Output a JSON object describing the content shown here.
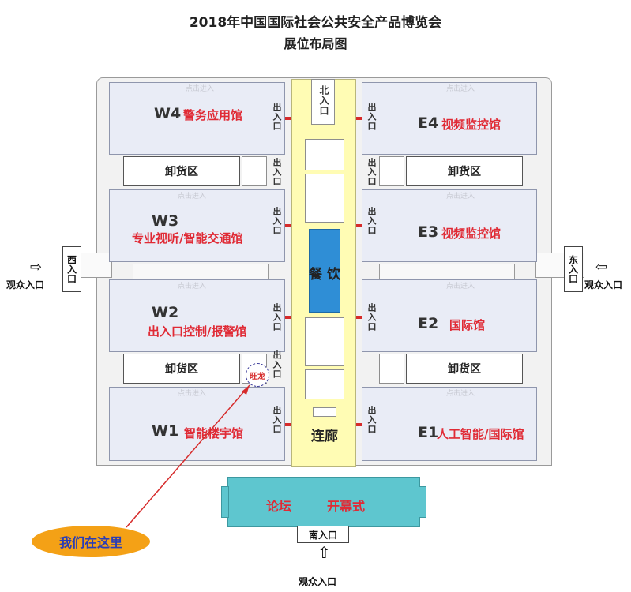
{
  "header": {
    "title": "2018年中国国际社会公共安全产品博览会",
    "subtitle": "展位布局图"
  },
  "halls": {
    "w4": {
      "code": "W4",
      "name": "警务应用馆"
    },
    "w3": {
      "code": "W3",
      "name": "专业视听/智能交通馆"
    },
    "w2": {
      "code": "W2",
      "name": "出入口控制/报警馆"
    },
    "w1": {
      "code": "W1",
      "name": "智能楼宇馆"
    },
    "e4": {
      "code": "E4",
      "name": "视频监控馆"
    },
    "e3": {
      "code": "E3",
      "name": "视频监控馆"
    },
    "e2": {
      "code": "E2",
      "name": "国际馆"
    },
    "e1": {
      "code": "E1",
      "name": "人工智能/国际馆"
    }
  },
  "hint": "点击进入",
  "docks": {
    "label": "卸货区"
  },
  "exit_label": "出入口",
  "center": {
    "dining": "餐 饮",
    "corridor": "连廊",
    "north": "北入口"
  },
  "south": {
    "forum": "论坛",
    "opening": "开幕式",
    "entrance": "南入口",
    "visitor": "观众入口"
  },
  "west": {
    "entrance": "西入口",
    "visitor": "观众入口"
  },
  "east": {
    "entrance": "东入口",
    "visitor": "观众入口"
  },
  "marker": {
    "booth": "旺龙",
    "callout": "我们在这里"
  },
  "colors": {
    "accent_red": "#e02a35",
    "dining_blue": "#2f8ed6",
    "forum_teal": "#5ec6cf",
    "callout_orange": "#f4a116",
    "callout_text": "#2a3db5",
    "corridor_yellow": "#fffcb4"
  }
}
